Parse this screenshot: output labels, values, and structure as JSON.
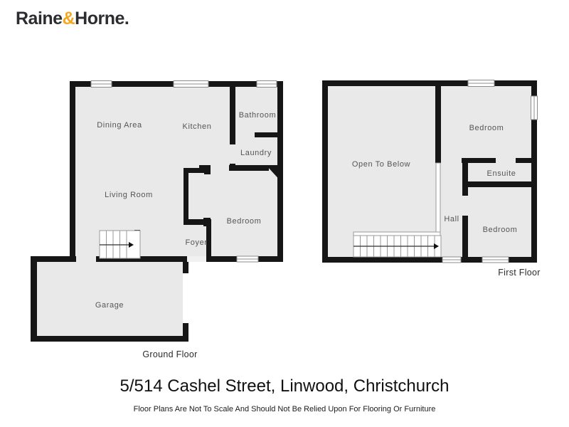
{
  "logo": {
    "word1": "Raine",
    "ampersand": "&",
    "word2": "Horne",
    "dot": ".",
    "text_color": "#2D2D31",
    "ampersand_color": "#F4A71F"
  },
  "colors": {
    "wall": "#161616",
    "room_fill": "#E9E9E9",
    "label_text": "#555555",
    "caption_text": "#2B2B2B",
    "window_line": "#8C8C8C",
    "background": "#FFFFFF"
  },
  "ground_floor": {
    "caption": "Ground Floor",
    "room_labels": {
      "dining_area": "Dining Area",
      "kitchen": "Kitchen",
      "bathroom": "Bathroom",
      "laundry": "Laundry",
      "living_room": "Living Room",
      "bedroom": "Bedroom",
      "foyer": "Foyer",
      "garage": "Garage"
    }
  },
  "first_floor": {
    "caption": "First Floor",
    "room_labels": {
      "open_to_below": "Open To Below",
      "bedroom_top": "Bedroom",
      "ensuite": "Ensuite",
      "hall": "Hall",
      "bedroom_bottom": "Bedroom"
    }
  },
  "footer": {
    "address": "5/514 Cashel Street, Linwood, Christchurch",
    "disclaimer": "Floor Plans Are Not To Scale And Should Not Be Relied Upon For Flooring Or Furniture"
  }
}
